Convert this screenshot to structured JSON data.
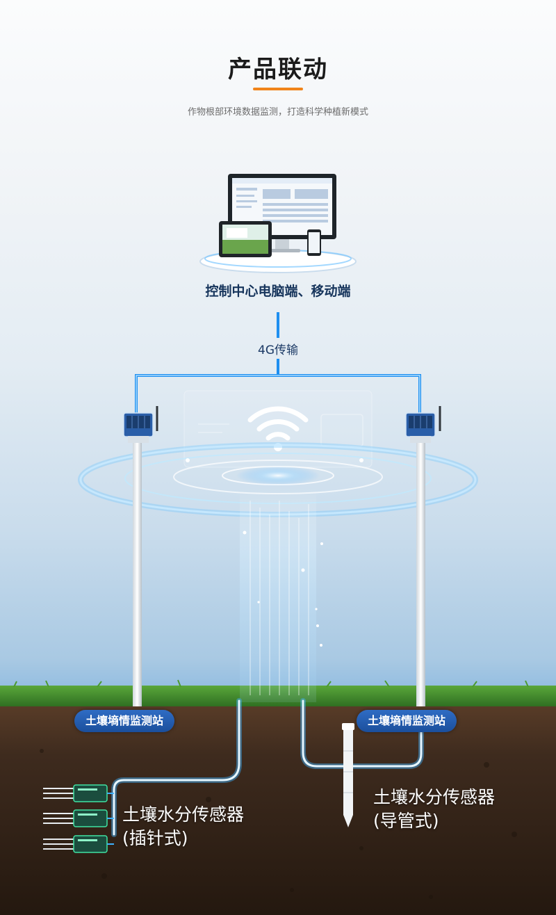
{
  "header": {
    "title": "产品联动",
    "subtitle": "作物根部环境数据监测，打造科学种植新模式"
  },
  "platform": {
    "caption": "控制中心电脑端、移动端",
    "devices": [
      "monitor-icon",
      "tablet-icon",
      "phone-icon"
    ]
  },
  "transmission": {
    "label": "4G传输",
    "icon": "wifi-icon"
  },
  "stations": [
    {
      "label": "土壤墒情监测站"
    },
    {
      "label": "土壤墒情监测站"
    }
  ],
  "sensors": {
    "probe": {
      "line1": "土壤水分传感器",
      "line2": "(插针式)"
    },
    "tube": {
      "line1": "土壤水分传感器",
      "line2": "(导管式)"
    }
  },
  "colors": {
    "accent": "#f0841a",
    "link_blue": "#1e8ff0",
    "badge_blue": "#2563b5",
    "caption_navy": "#17355c",
    "grass": "#3f8e2f",
    "soil": "#3a2a1f"
  }
}
